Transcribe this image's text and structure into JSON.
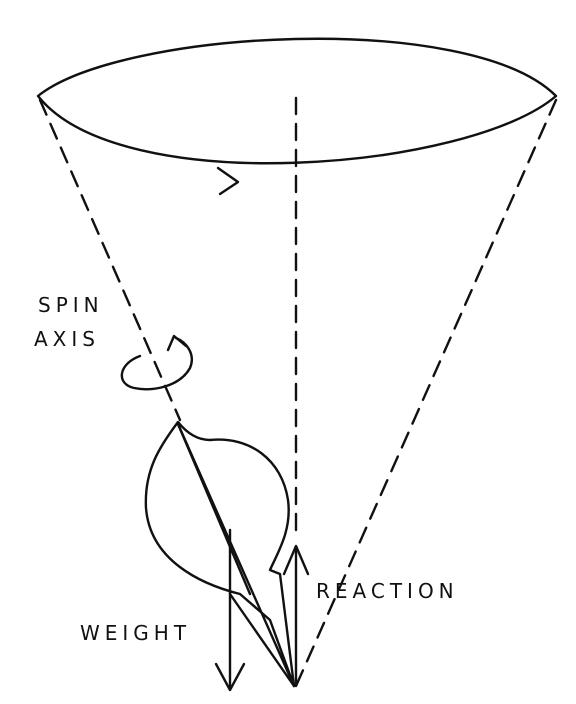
{
  "labels": {
    "spin_line1": "SPIN",
    "spin_line2": "AXIS",
    "reaction": "REACTION",
    "weight": "WEIGHT"
  },
  "colors": {
    "ink": "#111111",
    "background": "#ffffff"
  }
}
